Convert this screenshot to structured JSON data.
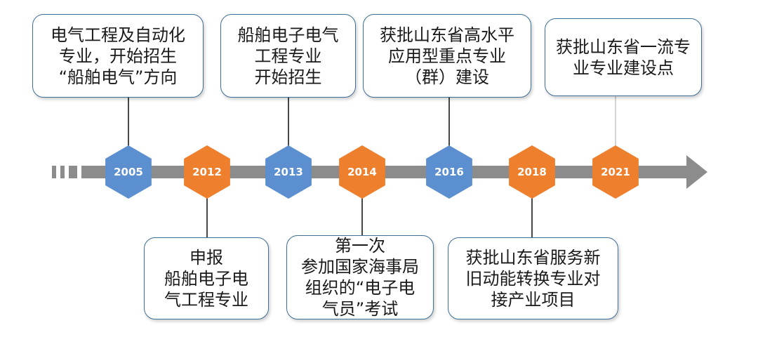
{
  "milestones": [
    {
      "year": "2005",
      "color": "#5b8fd0",
      "position": "above",
      "text": "电气工程及自动化\n专业，开始招生\n“船舶电气”方向"
    },
    {
      "year": "2012",
      "color": "#ee7f2d",
      "position": "below",
      "text": "申报\n船舶电子电\n气工程专业"
    },
    {
      "year": "2013",
      "color": "#5b8fd0",
      "position": "above",
      "text": "船舶电子电气\n工程专业\n开始招生"
    },
    {
      "year": "2014",
      "color": "#ee7f2d",
      "position": "below",
      "text": "第一次\n参加国家海事局\n组织的“电子电\n气员”考试"
    },
    {
      "year": "2016",
      "color": "#5b8fd0",
      "position": "above",
      "text": "获批山东省高水平\n应用型重点专业\n（群）建设"
    },
    {
      "year": "2018",
      "color": "#ee7f2d",
      "position": "below",
      "text": "获批山东省服务新\n旧动能转换专业对\n接产业项目"
    },
    {
      "year": "2021",
      "color": "#ee7f2d",
      "position": "above",
      "text": "获批山东省一流专\n业专业建设点"
    }
  ],
  "colors": {
    "axis": "#8c8c8c",
    "connector": "#333333",
    "box_border": "#3f6e97"
  }
}
